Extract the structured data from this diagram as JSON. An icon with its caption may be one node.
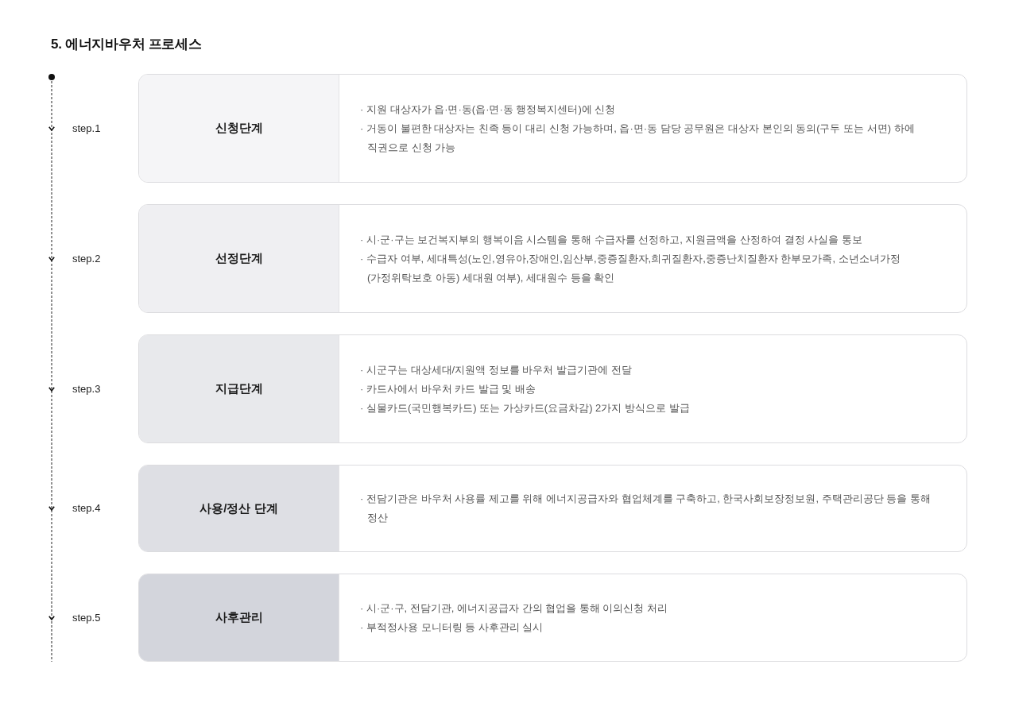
{
  "diagram": {
    "title": "5. 에너지바우처 프로세스",
    "nodes": [
      {
        "text": [
          "신청단계",
          "· 지원 대상자가 읍·면·동(읍·면·동 행정복지센터)에 신청",
          "· 거동이 불편한 대상자는 친족 등이 대리 신청 가능하며, 읍·면·동 담당 공무원은 대상자 본인의 동의(구두 또는 서면) 하에 직권으로 신청 가능"
        ],
        "beside": [
          "step.1"
        ]
      },
      {
        "text": [
          "선정단계",
          "· 시·군·구는 보건복지부의 행복이음 시스템을 통해 수급자를 선정하고, 지원금액을 산정하여 결정 사실을 통보",
          "· 수급자 여부, 세대특성(노인,영유아,장애인,임산부,중증질환자,희귀질환자,중증난치질환자 한부모가족, 소년소녀가정(가정위탁보호 아동) 세대원 여부), 세대원수 등을 확인"
        ],
        "beside": [
          "step.2"
        ]
      },
      {
        "text": [
          "지급단계",
          "· 시군구는 대상세대/지원액 정보를 바우처 발급기관에 전달",
          "· 카드사에서 바우처 카드 발급 및 배송",
          "· 실물카드(국민행복카드) 또는 가상카드(요금차감) 2가지 방식으로 발급"
        ],
        "beside": [
          "step.3"
        ]
      },
      {
        "text": [
          "사용/정산 단계",
          "· 전담기관은 바우처 사용률 제고를 위해 에너지공급자와 협업체계를 구축하고, 한국사회보장정보원, 주택관리공단 등을 통해 정산"
        ],
        "beside": [
          "step.4"
        ]
      },
      {
        "text": [
          "사후관리",
          "· 시·군·구, 전담기관, 에너지공급자 간의 협업을 통해 이의신청 처리",
          "· 부적정사용 모니터링 등 사후관리 실시"
        ],
        "beside": [
          "step.5"
        ]
      }
    ]
  }
}
